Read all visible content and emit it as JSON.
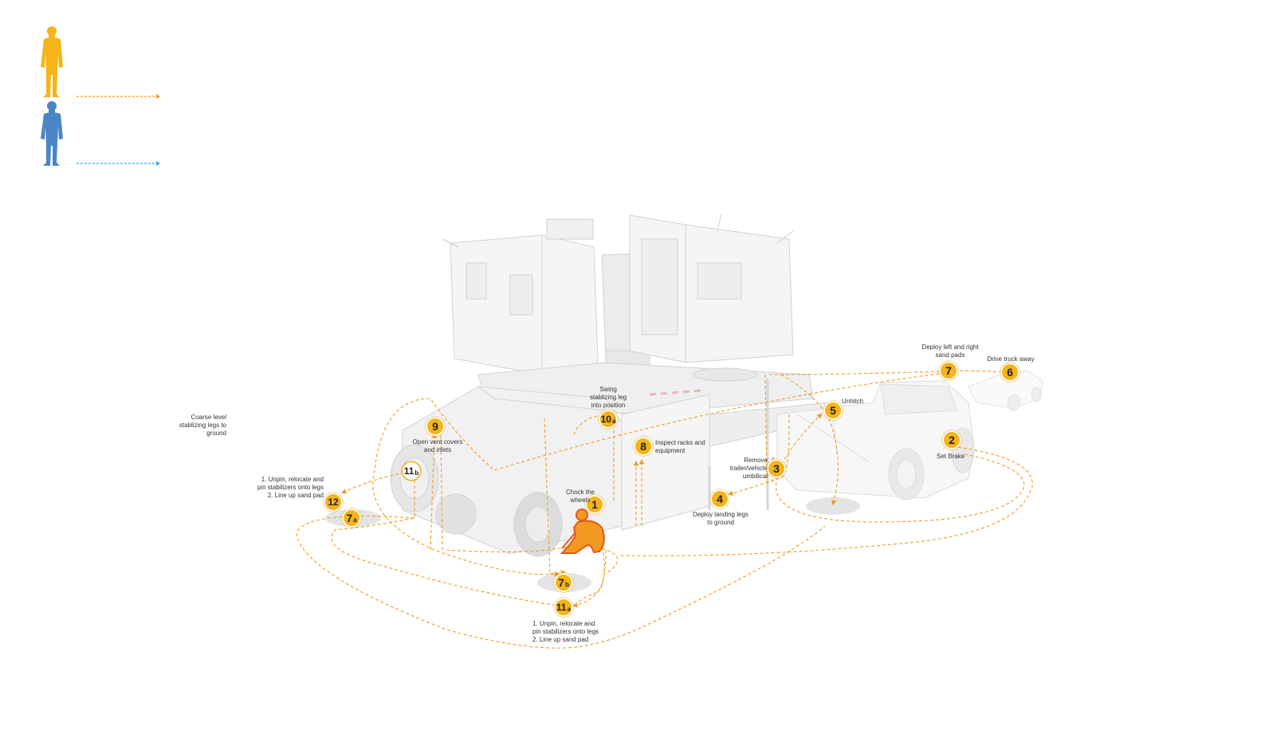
{
  "colors": {
    "operator_a": "#f4b41a",
    "operator_b": "#4a86c6",
    "path_a": "#f39a22",
    "path_b": "#35aede",
    "badge": "#f4b41a",
    "worker": "#f07a1a"
  },
  "legend": [
    {
      "icon": "person-silhouette-yellow-icon"
    },
    {
      "icon": "person-silhouette-blue-icon"
    }
  ],
  "steps": [
    {
      "num": "1",
      "sub": "",
      "label": "Chock the\nwheels"
    },
    {
      "num": "2",
      "sub": "",
      "label": "Set Brake"
    },
    {
      "num": "3",
      "sub": "",
      "label": "Remove\ntrailer/vehicle\numbilical"
    },
    {
      "num": "4",
      "sub": "",
      "label": "Deploy landing legs\nto ground"
    },
    {
      "num": "5",
      "sub": "",
      "label": "Unhitch"
    },
    {
      "num": "6",
      "sub": "",
      "label": "Drive truck away"
    },
    {
      "num": "7",
      "sub": "",
      "label": "Deploy left and right\nsand pads"
    },
    {
      "num": "7",
      "sub": "a",
      "label": ""
    },
    {
      "num": "7",
      "sub": "b",
      "label": ""
    },
    {
      "num": "8",
      "sub": "",
      "label": "Inspect racks and\nequipment"
    },
    {
      "num": "9",
      "sub": "",
      "label": "Open vent covers\nand inlets"
    },
    {
      "num": "10",
      "sub": "a",
      "label": "Swing\nstablizing leg\ninto position"
    },
    {
      "num": "11",
      "sub": "a",
      "label": "1. Unpin, relocate and\npin stabilizers onto legs\n2. Line up sand pad"
    },
    {
      "num": "11",
      "sub": "b",
      "label": ""
    },
    {
      "num": "12",
      "sub": "",
      "label": "1. Unpin, relocate and\npin stabilizers onto legs\n2. Line up sand pad"
    }
  ],
  "notes": {
    "coarse_level": "Coarse level\nstablizing legs to\nground"
  }
}
